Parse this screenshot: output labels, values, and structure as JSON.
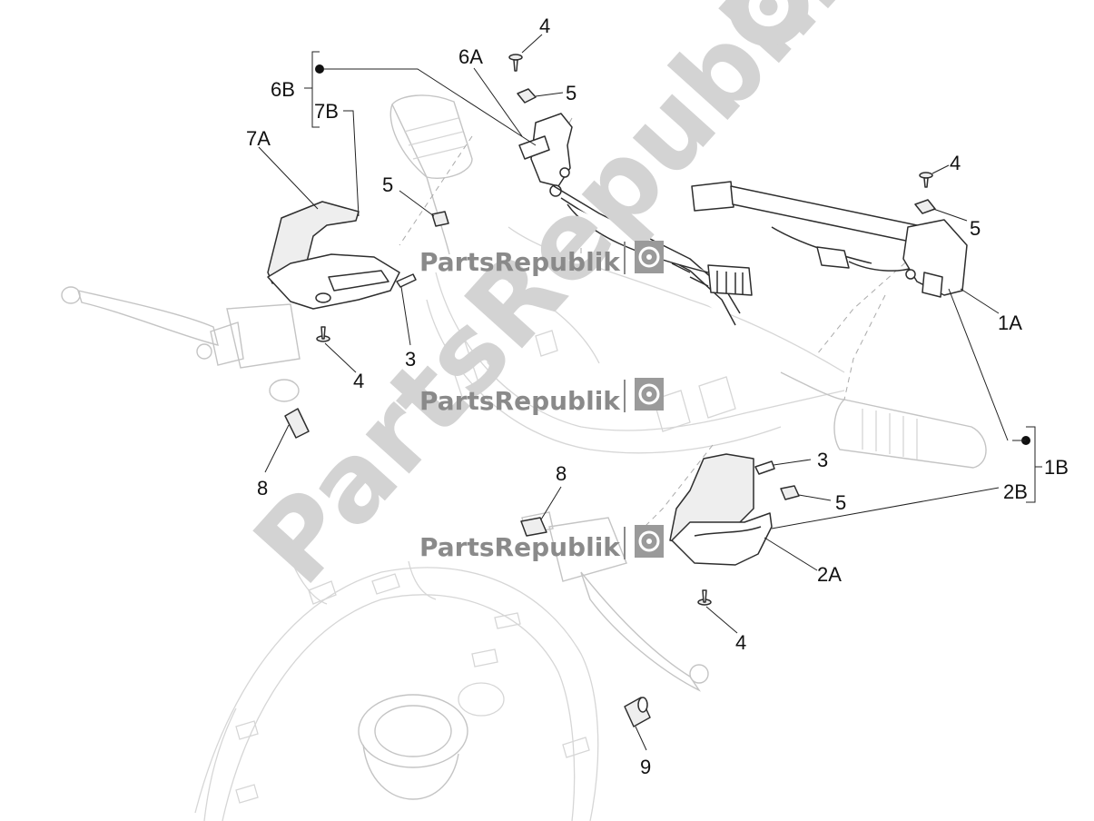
{
  "watermark": {
    "brand": "PartsRepublik",
    "icon": "gear-icon"
  },
  "callouts": [
    {
      "id": "c-6b",
      "text": "6B"
    },
    {
      "id": "c-7b",
      "text": "7B"
    },
    {
      "id": "c-7a",
      "text": "7A"
    },
    {
      "id": "c-6a",
      "text": "6A"
    },
    {
      "id": "c-4-top",
      "text": "4"
    },
    {
      "id": "c-5-top",
      "text": "5"
    },
    {
      "id": "c-4-right",
      "text": "4"
    },
    {
      "id": "c-5-right",
      "text": "5"
    },
    {
      "id": "c-1a",
      "text": "1A"
    },
    {
      "id": "c-5-left",
      "text": "5"
    },
    {
      "id": "c-3-left",
      "text": "3"
    },
    {
      "id": "c-4-left",
      "text": "4"
    },
    {
      "id": "c-8-left",
      "text": "8"
    },
    {
      "id": "c-3-right",
      "text": "3"
    },
    {
      "id": "c-1b",
      "text": "1B"
    },
    {
      "id": "c-2b",
      "text": "2B"
    },
    {
      "id": "c-5-low",
      "text": "5"
    },
    {
      "id": "c-8-mid",
      "text": "8"
    },
    {
      "id": "c-2a",
      "text": "2A"
    },
    {
      "id": "c-4-low",
      "text": "4"
    },
    {
      "id": "c-9",
      "text": "9"
    }
  ],
  "colors": {
    "ink": "#111111",
    "watermark_text": "#8a8a8a",
    "watermark_bg": "#d3d3d3"
  }
}
